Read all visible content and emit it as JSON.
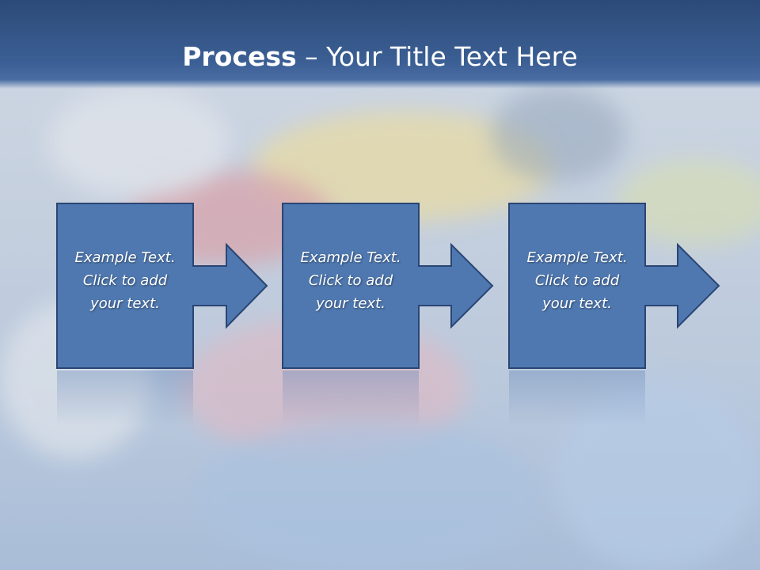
{
  "slide": {
    "title_bold": "Process",
    "title_rest": " – Your Title Text Here",
    "steps": [
      {
        "line1": "Example Text.",
        "line2": "Click  to add",
        "line3": "your text."
      },
      {
        "line1": "Example Text.",
        "line2": "Click  to add",
        "line3": "your text."
      },
      {
        "line1": "Example Text.",
        "line2": "Click  to add",
        "line3": "your text."
      }
    ],
    "colors": {
      "header": "#3b5f94",
      "box_fill": "#4f78b0",
      "box_stroke": "#2a4573"
    }
  }
}
